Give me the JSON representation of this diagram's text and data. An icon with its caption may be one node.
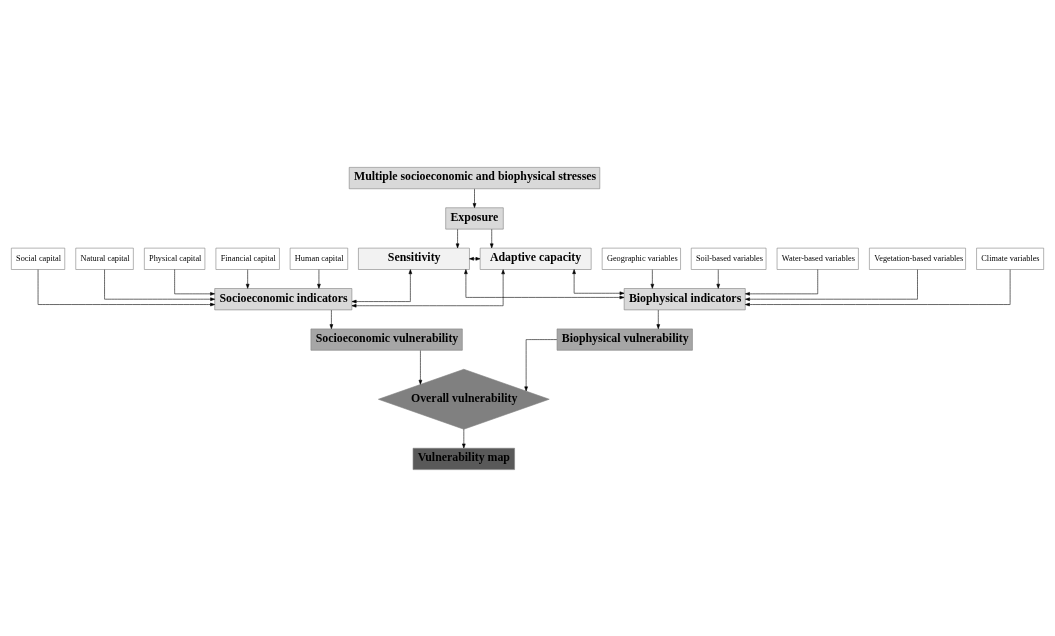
{
  "diagram": {
    "nodes": [
      {
        "text": [
          "Multiple socioeconomic and biophysical stresses"
        ]
      },
      {
        "text": [
          "Exposure"
        ]
      },
      {
        "text": [
          "Human capital"
        ]
      },
      {
        "text": [
          "Social capital"
        ]
      },
      {
        "text": [
          "Natural capital"
        ]
      },
      {
        "text": [
          "Physical capital"
        ]
      },
      {
        "text": [
          "Financial capital"
        ]
      },
      {
        "text": [
          "Sensitivity"
        ]
      },
      {
        "text": [
          "Adaptive capacity"
        ]
      },
      {
        "text": [
          "Climate variables"
        ]
      },
      {
        "text": [
          "Geographic variables"
        ]
      },
      {
        "text": [
          "Soil-based variables"
        ]
      },
      {
        "text": [
          "Water-based variables"
        ]
      },
      {
        "text": [
          "Vegetation-based variables"
        ]
      },
      {
        "text": [
          "Socioeconomic indicators"
        ]
      },
      {
        "text": [
          "Biophysical indicators"
        ]
      },
      {
        "text": [
          "Socioeconomic vulnerability"
        ]
      },
      {
        "text": [
          "Biophysical vulnerability"
        ]
      },
      {
        "text": [
          "Overall vulnerability"
        ]
      },
      {
        "text": [
          "Vulnerability map"
        ]
      }
    ],
    "edges": [
      {
        "from": 0,
        "to": 1,
        "arrow": "to"
      },
      {
        "from": 1,
        "to": 7,
        "arrow": "to"
      },
      {
        "from": 1,
        "to": 8,
        "arrow": "to"
      },
      {
        "from": 7,
        "to": 8,
        "arrow": "both"
      },
      {
        "from": 7,
        "to": 14,
        "arrow": "both"
      },
      {
        "from": 7,
        "to": 15,
        "arrow": "both"
      },
      {
        "from": 8,
        "to": 14,
        "arrow": "both"
      },
      {
        "from": 8,
        "to": 15,
        "arrow": "both"
      },
      {
        "from": 2,
        "to": 14,
        "arrow": "to"
      },
      {
        "from": 3,
        "to": 14,
        "arrow": "to"
      },
      {
        "from": 4,
        "to": 14,
        "arrow": "to"
      },
      {
        "from": 5,
        "to": 14,
        "arrow": "to"
      },
      {
        "from": 6,
        "to": 14,
        "arrow": "to"
      },
      {
        "from": 9,
        "to": 15,
        "arrow": "to"
      },
      {
        "from": 10,
        "to": 15,
        "arrow": "to"
      },
      {
        "from": 11,
        "to": 15,
        "arrow": "to"
      },
      {
        "from": 12,
        "to": 15,
        "arrow": "to"
      },
      {
        "from": 13,
        "to": 15,
        "arrow": "to"
      },
      {
        "from": 14,
        "to": 16,
        "arrow": "to"
      },
      {
        "from": 15,
        "to": 17,
        "arrow": "to"
      },
      {
        "from": 16,
        "to": 18,
        "arrow": "to"
      },
      {
        "from": 17,
        "to": 18,
        "arrow": "to"
      },
      {
        "from": 18,
        "to": 19,
        "arrow": "to"
      }
    ]
  }
}
